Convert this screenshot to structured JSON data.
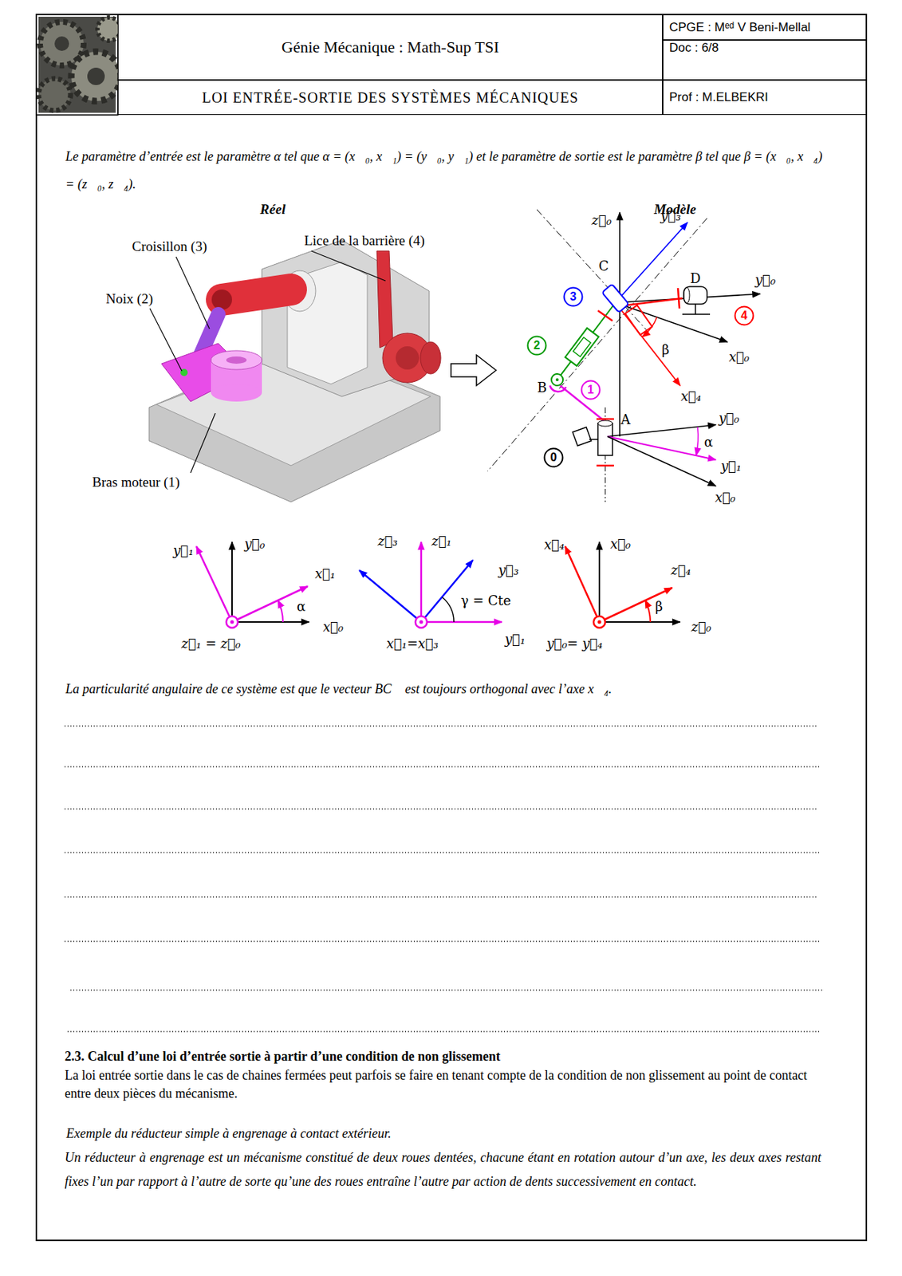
{
  "diagram": {
    "nodes": [
      {
        "text": [
          "Génie Mécanique : Math-Sup TSI"
        ]
      },
      {
        "text": [
          "LOI ENTRÉE-SORTIE DES SYSTÈMES MÉCANIQUES"
        ]
      },
      {
        "text": [
          "CPGE : Mᵉᵈ V Beni-Mellal"
        ]
      },
      {
        "text": [
          "Doc : 6/8"
        ]
      },
      {
        "text": [
          "Prof : M.ELBEKRI"
        ]
      },
      {
        "text": [
          "3"
        ]
      },
      {
        "text": [
          "4"
        ]
      },
      {
        "text": [
          "2"
        ]
      },
      {
        "text": [
          "1"
        ]
      },
      {
        "text": [
          "0"
        ]
      }
    ],
    "labels": [
      "Le paramètre d’entrée est le paramètre α tel que α = (x⃗₀, x⃗₁) = (y⃗₀, y⃗₁) et le paramètre de sortie est le paramètre β tel que β = (x⃗₀, x⃗₄) = (z⃗₀, z⃗₄).",
      "Réel",
      "Modèle",
      "Croisillon (3)",
      "Lice de la barrière (4)",
      "Noix (2)",
      "Bras moteur (1)",
      "z⃗₀",
      "y⃗₃",
      "C",
      "D",
      "y⃗₀",
      "x⃗₀",
      "β",
      "x⃗₄",
      "B",
      "A",
      "y⃗₀",
      "α",
      "y⃗₁",
      "x⃗₀",
      "y⃗₁",
      "y⃗₀",
      "x⃗₁",
      "α",
      "x⃗₀",
      "z⃗₁ = z⃗₀",
      "z⃗₃",
      "z⃗₁",
      "y⃗₃",
      "γ = Cte",
      "x⃗₁=x⃗₃",
      "y⃗₁",
      "x⃗₄",
      "x⃗₀",
      "z⃗₄",
      "β",
      "z⃗₀",
      "y⃗₀= y⃗₄",
      "La particularité angulaire de ce système est que le vecteur BC⃗ est toujours orthogonal avec l’axe x⃗₄.",
      "2.3. Calcul d’une loi d’entrée sortie à partir d’une condition de non glissement",
      "La loi entrée sortie dans le cas de chaines fermées peut parfois se faire en tenant compte de la condition de non glissement au point de contact entre deux pièces du mécanisme.",
      "Exemple du réducteur simple à engrenage à contact extérieur.",
      "Un réducteur à engrenage est un mécanisme constitué de deux roues dentées, chacune étant en rotation autour d’un axe, les deux axes restant fixes l’un par rapport à l’autre de sorte qu’une des roues entraîne l’autre par action de dents successivement en contact."
    ]
  }
}
